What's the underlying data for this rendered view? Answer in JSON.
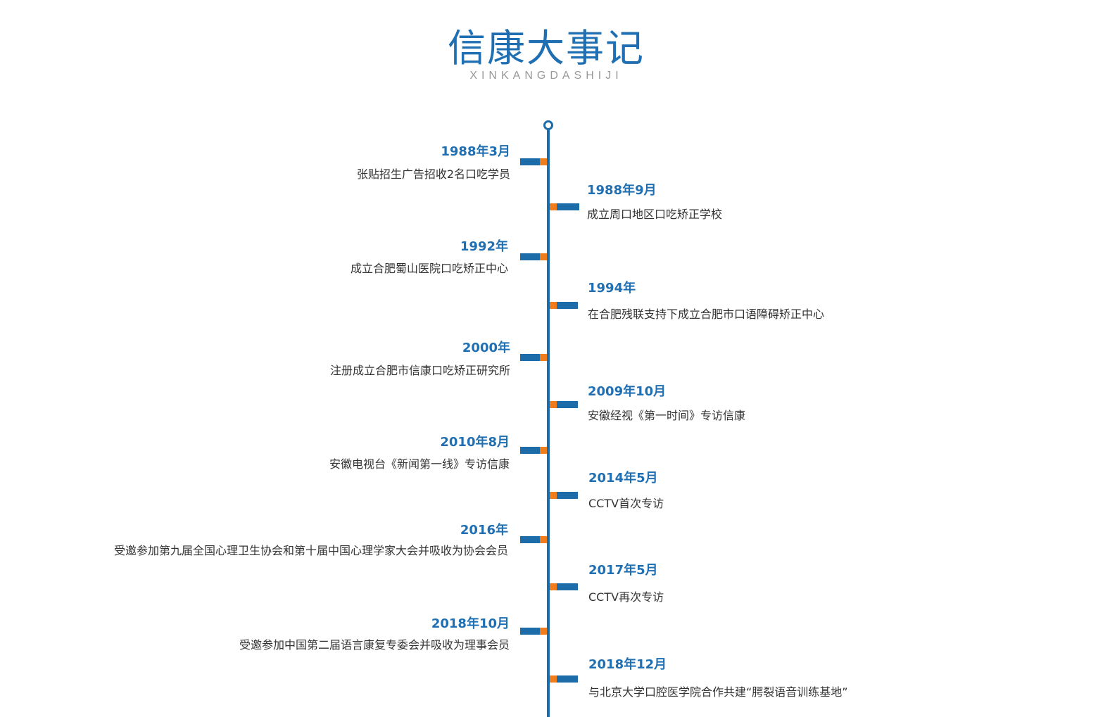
{
  "header": {
    "title": "信康大事记",
    "subtitle": "XINKANGDASHIJI"
  },
  "colors": {
    "primary": "#1f6fb2",
    "axis": "#1b6ca8",
    "accent": "#f07c1c",
    "text": "#333333",
    "subtitle": "#999999"
  },
  "events": [
    {
      "date": "1988年3月",
      "desc": "张贴招生广告招收2名口吃学员"
    },
    {
      "date": "1988年9月",
      "desc": "成立周口地区口吃矫正学校"
    },
    {
      "date": "1992年",
      "desc": "成立合肥蜀山医院口吃矫正中心"
    },
    {
      "date": "1994年",
      "desc": "在合肥残联支持下成立合肥市口语障碍矫正中心"
    },
    {
      "date": "2000年",
      "desc": "注册成立合肥市信康口吃矫正研究所"
    },
    {
      "date": "2009年10月",
      "desc": "安徽经视《第一时间》专访信康"
    },
    {
      "date": "2010年8月",
      "desc": "安徽电视台《新闻第一线》专访信康"
    },
    {
      "date": "2014年5月",
      "desc": "CCTV首次专访"
    },
    {
      "date": "2016年",
      "desc": "受邀参加第九届全国心理卫生协会和第十届中国心理学家大会并吸收为协会会员"
    },
    {
      "date": "2017年5月",
      "desc": "CCTV再次专访"
    },
    {
      "date": "2018年10月",
      "desc": "受邀参加中国第二届语言康复专委会并吸收为理事会员"
    },
    {
      "date": "2018年12月",
      "desc": "与北京大学口腔医学院合作共建“腭裂语音训练基地”"
    }
  ]
}
